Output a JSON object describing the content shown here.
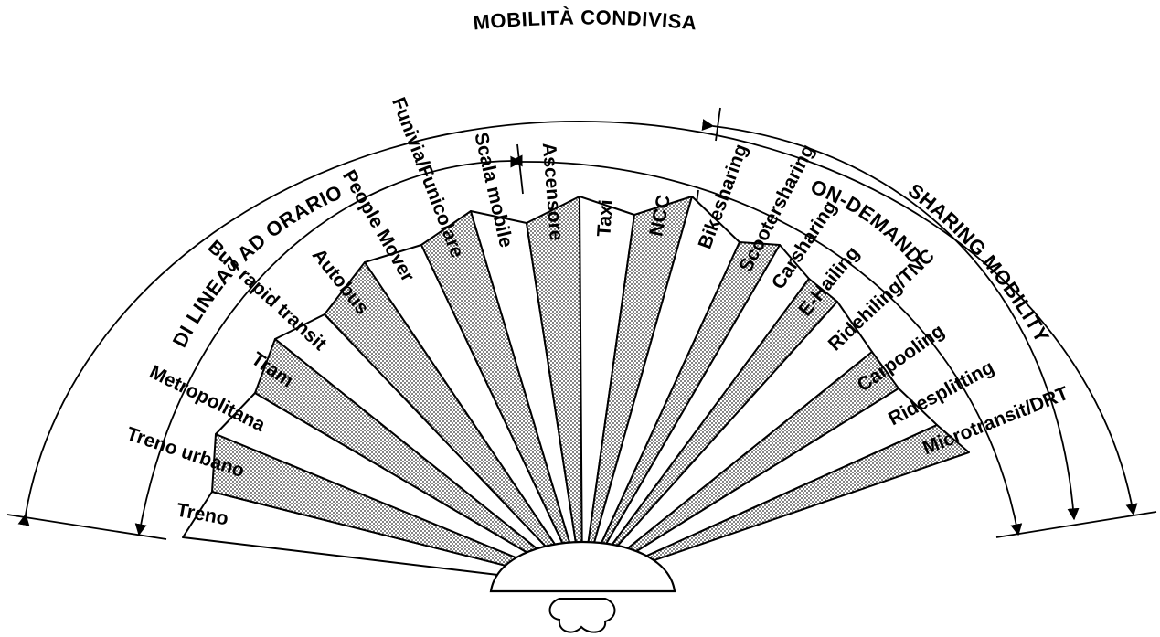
{
  "blades": [
    {
      "label": "Treno",
      "pattern": "plain"
    },
    {
      "label": "Treno urbano",
      "pattern": "dotted"
    },
    {
      "label": "Metropolitana",
      "pattern": "plain"
    },
    {
      "label": "Tram",
      "pattern": "dotted"
    },
    {
      "label": "Bus rapid transit",
      "pattern": "plain"
    },
    {
      "label": "Autobus",
      "pattern": "dotted"
    },
    {
      "label": "People Mover",
      "pattern": "plain"
    },
    {
      "label": "Funivia/Funicolare",
      "pattern": "dotted"
    },
    {
      "label": "Scala mobile",
      "pattern": "plain"
    },
    {
      "label": "Ascensore",
      "pattern": "dotted"
    },
    {
      "label": "Taxi",
      "pattern": "plain"
    },
    {
      "label": "NCC",
      "pattern": "dotted"
    },
    {
      "label": "Bikesharing",
      "pattern": "plain"
    },
    {
      "label": "Scootersharing",
      "pattern": "dotted"
    },
    {
      "label": "Carsharing",
      "pattern": "plain"
    },
    {
      "label": "E-Hailing",
      "pattern": "dotted"
    },
    {
      "label": "Ridehiling/TNC",
      "pattern": "plain"
    },
    {
      "label": "Carpooling",
      "pattern": "dotted"
    },
    {
      "label": "Ridesplitting",
      "pattern": "plain"
    },
    {
      "label": "Microtransit/DRT",
      "pattern": "dotted"
    }
  ],
  "arcs": {
    "outer": "MOBILITÀ CONDIVISA",
    "left": "DI LINEA / AD ORARIO",
    "right_inner": "ON-DEMAND",
    "right_outer": "SHARING MOBILITY"
  }
}
